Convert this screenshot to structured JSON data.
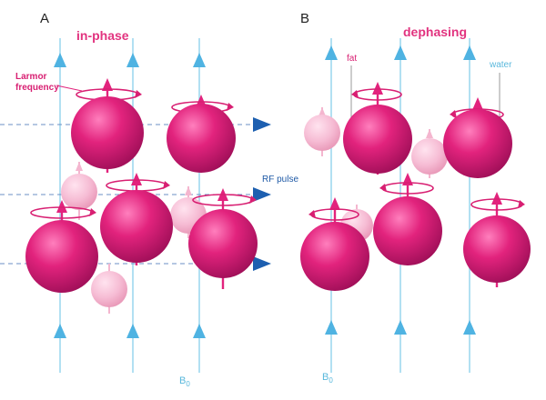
{
  "panels": [
    {
      "letter": "A",
      "title": "in-phase"
    },
    {
      "letter": "B",
      "title": "dephasing"
    }
  ],
  "labels": {
    "larmor_line1": "Larmor",
    "larmor_line2": "frequency",
    "rf_pulse": "RF pulse",
    "fat": "fat",
    "water": "water",
    "b0_main": "B",
    "b0_sub": "0"
  },
  "colors": {
    "proton": "#e2237d",
    "proton_faded": "#f4b6cf",
    "field_line": "#9fd8ee",
    "field_arrow": "#4fb3e2",
    "rf_arrow": "#1d5fb0",
    "dashed_line": "#6b8fc4"
  }
}
